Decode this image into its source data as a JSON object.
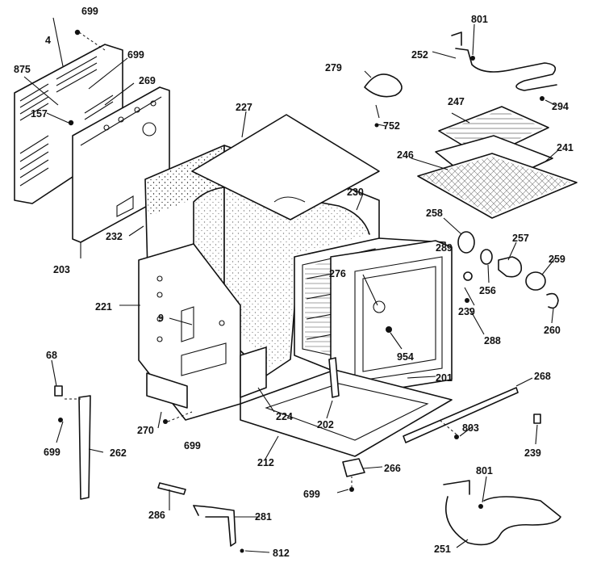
{
  "parts": [
    {
      "id": "p699a",
      "number": "699"
    },
    {
      "id": "p4",
      "number": "4"
    },
    {
      "id": "p875",
      "number": "875"
    },
    {
      "id": "p699b",
      "number": "699"
    },
    {
      "id": "p269",
      "number": "269"
    },
    {
      "id": "p157",
      "number": "157"
    },
    {
      "id": "p203",
      "number": "203"
    },
    {
      "id": "p227",
      "number": "227"
    },
    {
      "id": "p232",
      "number": "232"
    },
    {
      "id": "p279",
      "number": "279"
    },
    {
      "id": "p752",
      "number": "752"
    },
    {
      "id": "p801a",
      "number": "801"
    },
    {
      "id": "p252",
      "number": "252"
    },
    {
      "id": "p294",
      "number": "294"
    },
    {
      "id": "p247",
      "number": "247"
    },
    {
      "id": "p246",
      "number": "246"
    },
    {
      "id": "p241",
      "number": "241"
    },
    {
      "id": "p230",
      "number": "230"
    },
    {
      "id": "p258",
      "number": "258"
    },
    {
      "id": "p289",
      "number": "289"
    },
    {
      "id": "p257",
      "number": "257"
    },
    {
      "id": "p259",
      "number": "259"
    },
    {
      "id": "p256",
      "number": "256"
    },
    {
      "id": "p276",
      "number": "276"
    },
    {
      "id": "p239a",
      "number": "239"
    },
    {
      "id": "p260",
      "number": "260"
    },
    {
      "id": "p288",
      "number": "288"
    },
    {
      "id": "p221",
      "number": "221"
    },
    {
      "id": "p9",
      "number": "9"
    },
    {
      "id": "p954",
      "number": "954"
    },
    {
      "id": "p201",
      "number": "201"
    },
    {
      "id": "p268",
      "number": "268"
    },
    {
      "id": "p68",
      "number": "68"
    },
    {
      "id": "p270",
      "number": "270"
    },
    {
      "id": "p224",
      "number": "224"
    },
    {
      "id": "p202",
      "number": "202"
    },
    {
      "id": "p699c",
      "number": "699"
    },
    {
      "id": "p699d",
      "number": "699"
    },
    {
      "id": "p262",
      "number": "262"
    },
    {
      "id": "p212",
      "number": "212"
    },
    {
      "id": "p803",
      "number": "803"
    },
    {
      "id": "p239b",
      "number": "239"
    },
    {
      "id": "p266",
      "number": "266"
    },
    {
      "id": "p699e",
      "number": "699"
    },
    {
      "id": "p801b",
      "number": "801"
    },
    {
      "id": "p286",
      "number": "286"
    },
    {
      "id": "p281",
      "number": "281"
    },
    {
      "id": "p251",
      "number": "251"
    },
    {
      "id": "p812",
      "number": "812"
    }
  ]
}
